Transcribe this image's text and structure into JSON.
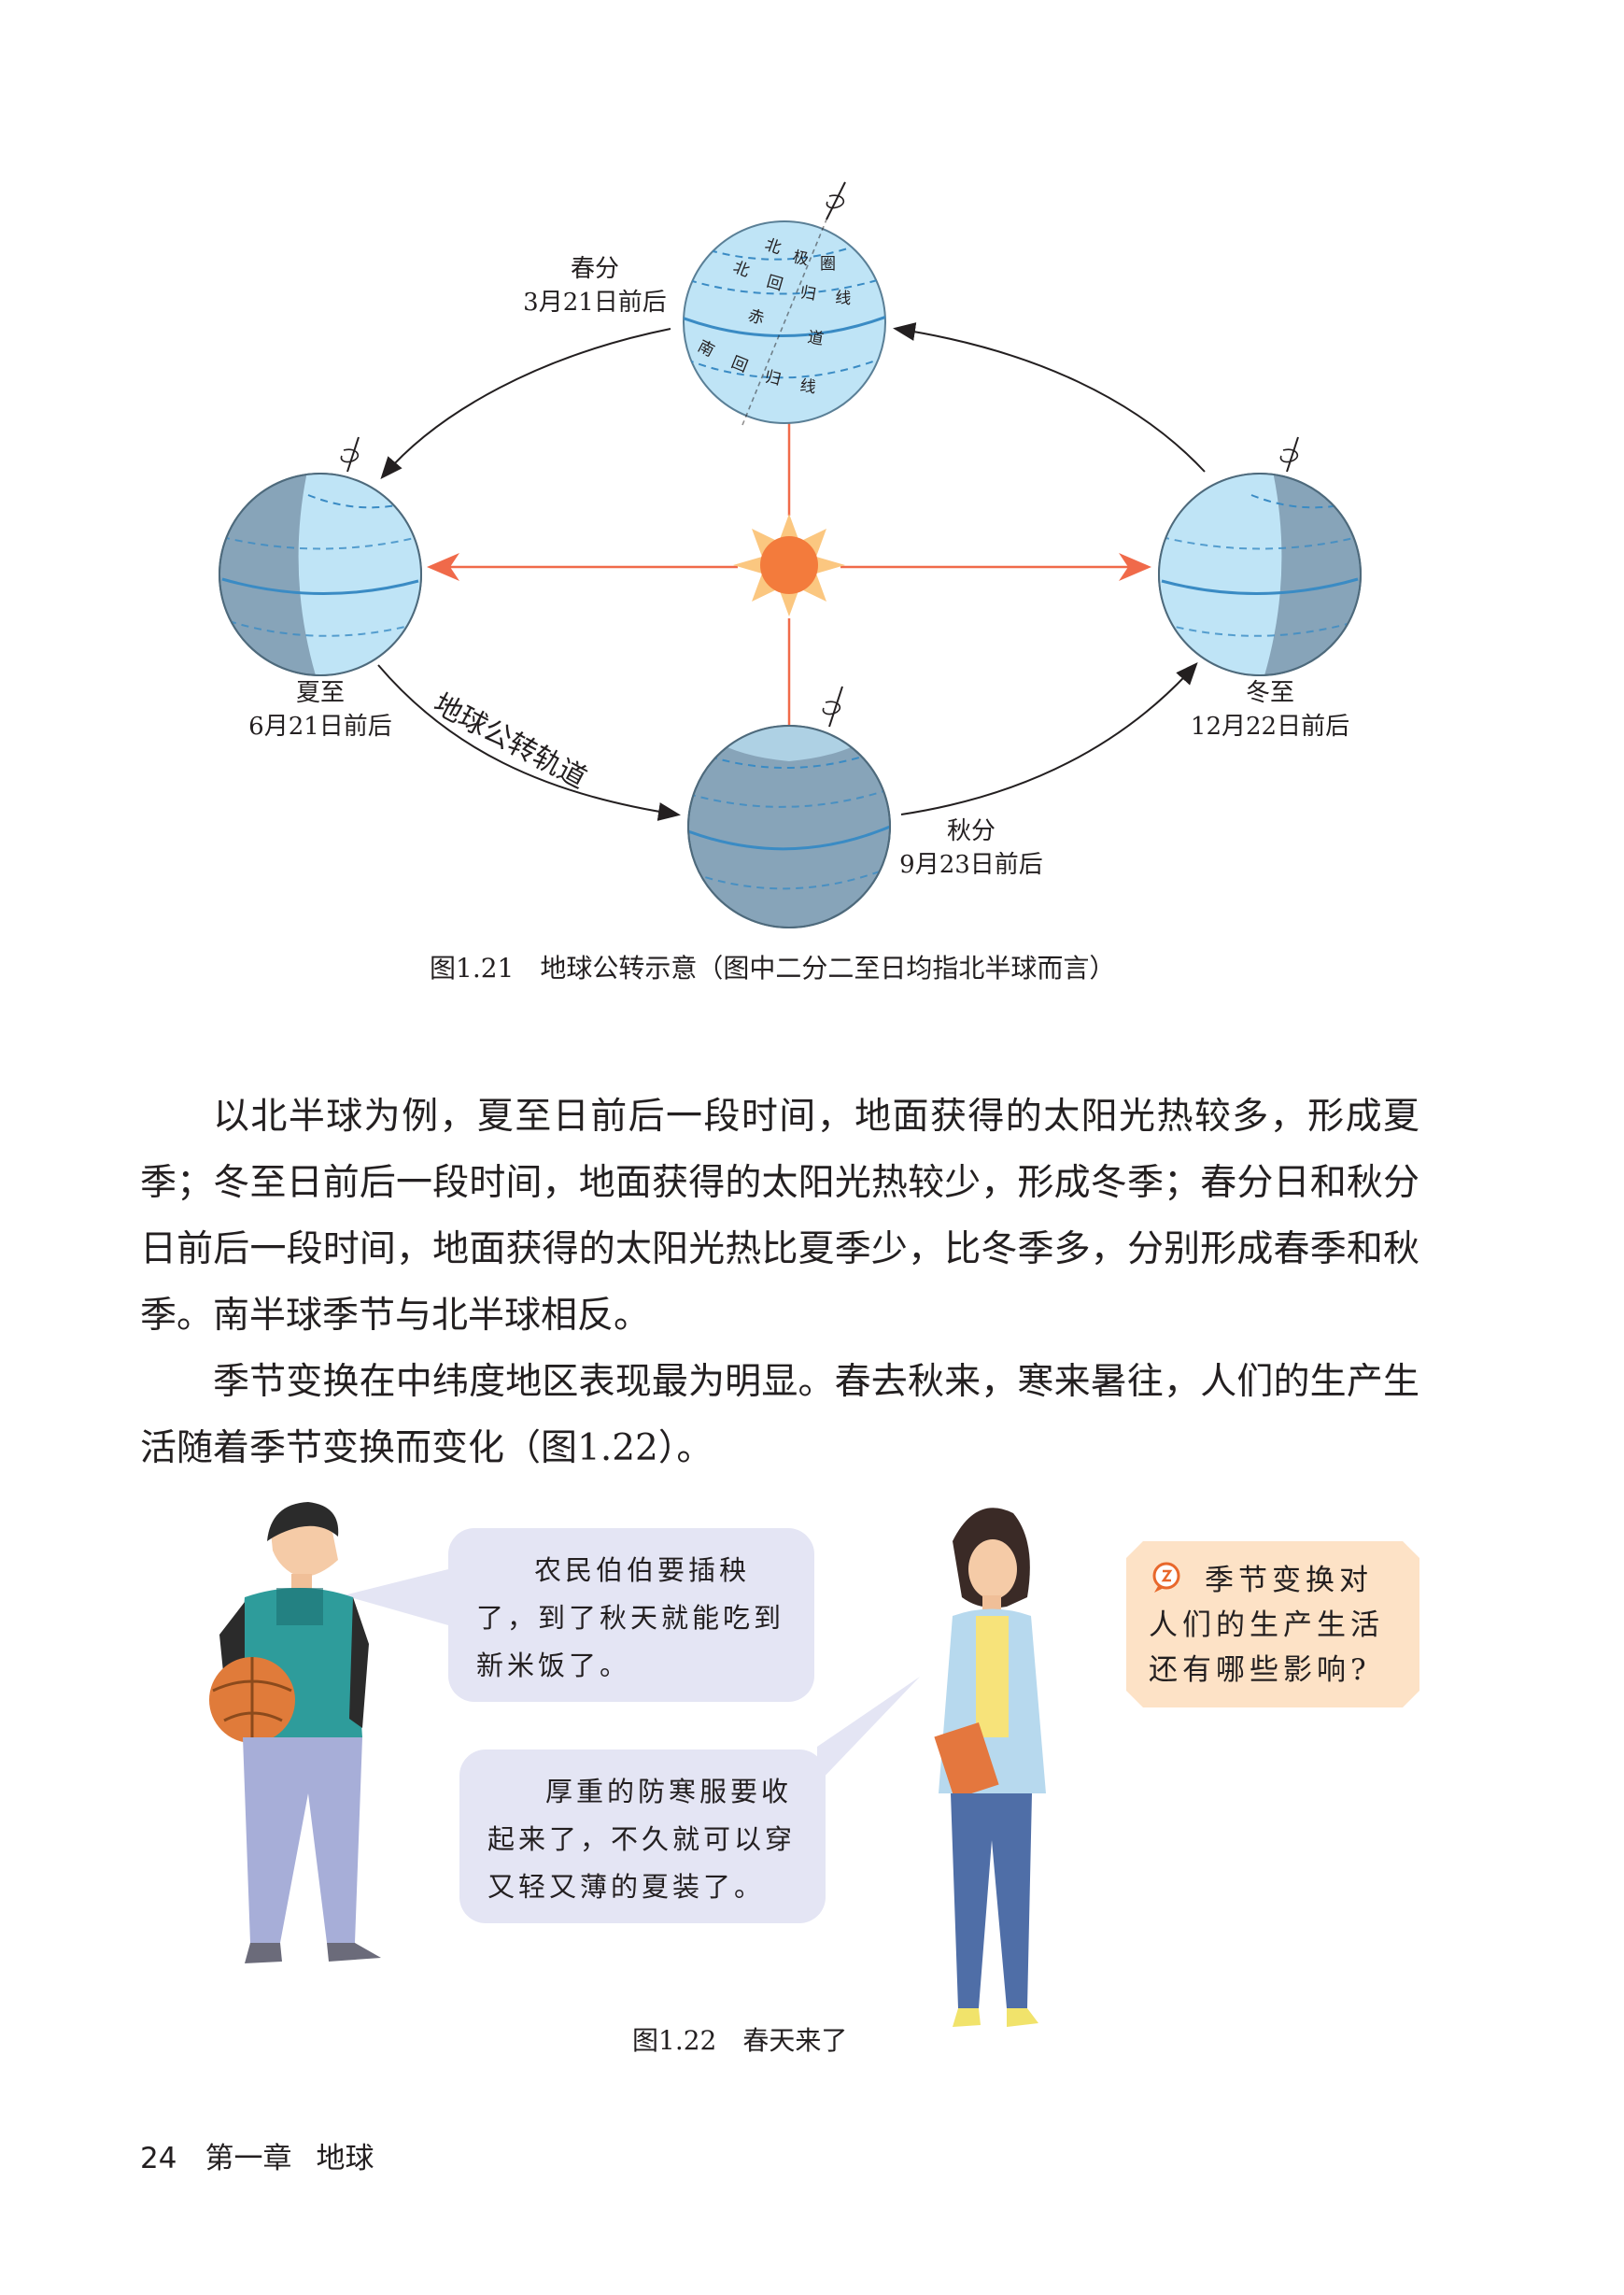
{
  "figure1": {
    "seasons": {
      "spring": {
        "name": "春分",
        "date": "3月21日前后"
      },
      "summer": {
        "name": "夏至",
        "date": "6月21日前后"
      },
      "autumn": {
        "name": "秋分",
        "date": "9月23日前后"
      },
      "winter": {
        "name": "冬至",
        "date": "12月22日前后"
      }
    },
    "globe_labels": {
      "arctic_circle": [
        "北",
        "极",
        "圈"
      ],
      "tropic_cancer": [
        "北",
        "回",
        "归",
        "线"
      ],
      "equator": [
        "赤",
        "道"
      ],
      "tropic_capricorn": [
        "南",
        "回",
        "归",
        "线"
      ]
    },
    "orbit_label": "地球公转轨道",
    "caption": "图1.21　地球公转示意（图中二分二至日均指北半球而言）",
    "colors": {
      "ocean_light": "#bfe4f6",
      "ocean_dark": "#87a4b9",
      "sun": "#f37b3c",
      "arrow": "#f06a4a"
    }
  },
  "paragraphs": [
    "以北半球为例，夏至日前后一段时间，地面获得的太阳光热较多，形成夏季；冬至日前后一段时间，地面获得的太阳光热较少，形成冬季；春分日和秋分日前后一段时间，地面获得的太阳光热比夏季少，比冬季多，分别形成春季和秋季。南半球季节与北半球相反。",
    "季节变换在中纬度地区表现最为明显。春去秋来，寒来暑往，人们的生产生活随着季节变换而变化（图1.22）。"
  ],
  "figure2": {
    "bubble1": "农民伯伯要插秧了，到了秋天就能吃到新米饭了。",
    "bubble2": "厚重的防寒服要收起来了，不久就可以穿又轻又薄的夏装了。",
    "question": "季节变换对人们的生产生活还有哪些影响?",
    "caption": "图1.22　春天来了"
  },
  "footer": {
    "page_number": "24",
    "chapter": "第一章",
    "chapter_title": "地球"
  }
}
